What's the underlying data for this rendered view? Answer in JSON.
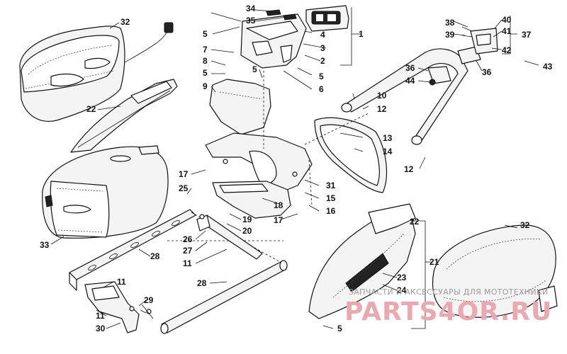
{
  "watermark": {
    "caption": "ЗАПЧАСТИ И АКСЕССУАРЫ ДЛЯ МОТОТЕХНИКИ",
    "brand": "PARTS4OR.RU",
    "brand_color": "#e8a9b2"
  },
  "callouts": {
    "c1": "1",
    "c2": "2",
    "c3": "3",
    "c4": "4",
    "c5a": "5",
    "c5b": "5",
    "c5c": "5",
    "c5d": "5",
    "c5e": "5",
    "c6": "6",
    "c7": "7",
    "c8": "8",
    "c9": "9",
    "c10": "10",
    "c11a": "11",
    "c11b": "11",
    "c11c": "11",
    "c12a": "12",
    "c12b": "12",
    "c13": "13",
    "c14": "14",
    "c15": "15",
    "c16": "16",
    "c17a": "17",
    "c17b": "17",
    "c18": "18",
    "c19": "19",
    "c20": "20",
    "c21": "21",
    "c22a": "22",
    "c22b": "22",
    "c23": "23",
    "c24": "24",
    "c25": "25",
    "c26": "26",
    "c27": "27",
    "c28a": "28",
    "c28b": "28",
    "c29": "29",
    "c30": "30",
    "c31": "31",
    "c32a": "32",
    "c32b": "32",
    "c33": "33",
    "c34": "34",
    "c35": "35",
    "c36a": "36",
    "c36b": "36",
    "c37": "37",
    "c38": "38",
    "c39": "39",
    "c40": "40",
    "c41": "41",
    "c42": "42",
    "c43": "43",
    "c44": "44"
  }
}
